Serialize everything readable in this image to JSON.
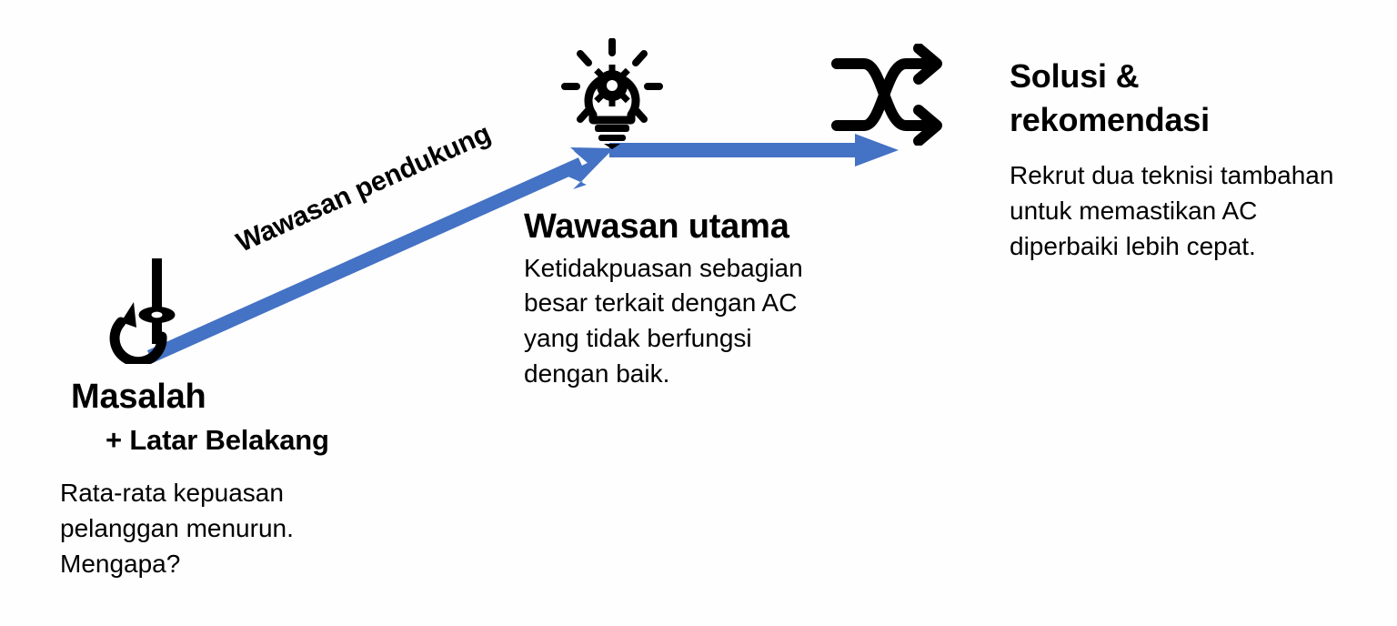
{
  "slide": {
    "background_color": "#FEFEFE",
    "text_color": "#000000",
    "accent_color": "#4472C4"
  },
  "stages": [
    {
      "id": "problem",
      "icon": "fish-hook-icon",
      "title": "Masalah",
      "subtitle": "+ Latar Belakang",
      "body": "Rata-rata kepuasan pelanggan menurun. Mengapa?",
      "body_lines": [
        "Rata-rata kepuasan",
        "pelanggan menurun.",
        "Mengapa?"
      ]
    },
    {
      "id": "insight",
      "icon": "lightbulb-gear-icon",
      "title": "Wawasan utama",
      "body": "Ketidakpuasan sebagian besar terkait dengan AC yang tidak berfungsi dengan baik.",
      "body_lines": [
        "Ketidakpuasan sebagian",
        "besar terkait dengan AC",
        "yang tidak berfungsi",
        "dengan baik."
      ]
    },
    {
      "id": "solution",
      "icon": "shuffle-arrows-icon",
      "title_lines": [
        "Solusi &",
        "rekomendasi"
      ],
      "title": "Solusi & rekomendasi",
      "body": "Rekrut dua teknisi tambahan untuk memastikan AC diperbaiki lebih cepat.",
      "body_lines": [
        "Rekrut dua teknisi tambahan",
        "untuk memastikan AC",
        "diperbaiki lebih cepat."
      ]
    }
  ],
  "connectors": [
    {
      "id": "diagonal-arrow",
      "label": "Wawasan pendukung",
      "color": "#4472C4",
      "direction": "up-right"
    },
    {
      "id": "horizontal-arrow",
      "label": "",
      "color": "#4472C4",
      "direction": "right"
    }
  ]
}
